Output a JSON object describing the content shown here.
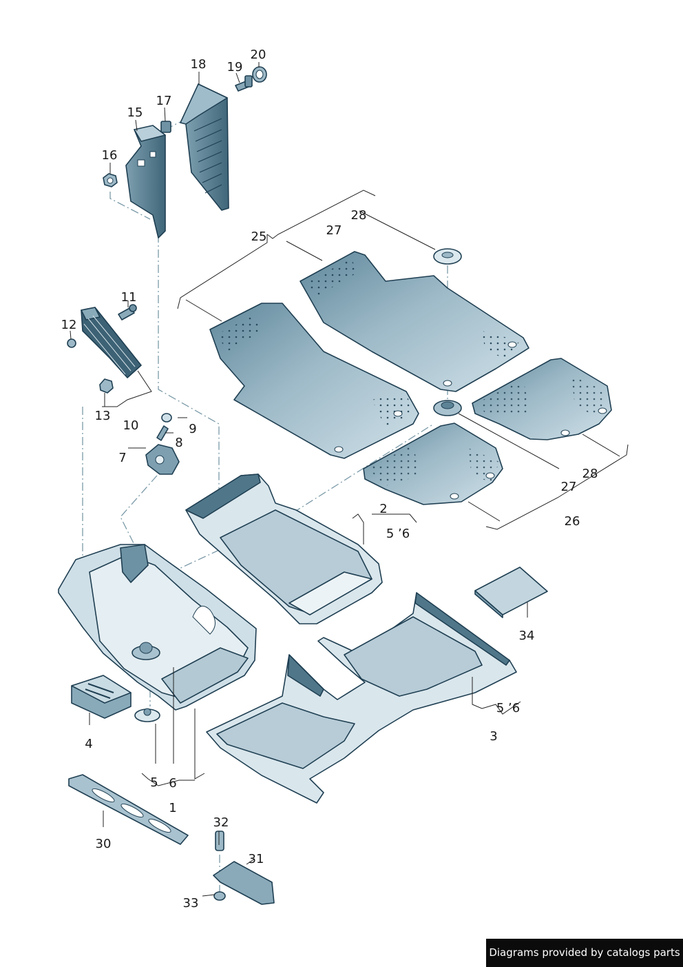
{
  "callouts": [
    {
      "id": "c1",
      "text": "1"
    },
    {
      "id": "c2",
      "text": "2"
    },
    {
      "id": "c3",
      "text": "3"
    },
    {
      "id": "c4",
      "text": "4"
    },
    {
      "id": "c5",
      "text": "5"
    },
    {
      "id": "c6",
      "text": "6"
    },
    {
      "id": "c7",
      "text": "7"
    },
    {
      "id": "c8",
      "text": "8"
    },
    {
      "id": "c9",
      "text": "9"
    },
    {
      "id": "c10",
      "text": "10"
    },
    {
      "id": "c11",
      "text": "11"
    },
    {
      "id": "c12",
      "text": "12"
    },
    {
      "id": "c13",
      "text": "13"
    },
    {
      "id": "c15",
      "text": "15"
    },
    {
      "id": "c16",
      "text": "16"
    },
    {
      "id": "c17",
      "text": "17"
    },
    {
      "id": "c18",
      "text": "18"
    },
    {
      "id": "c19",
      "text": "19"
    },
    {
      "id": "c20",
      "text": "20"
    },
    {
      "id": "c25",
      "text": "25"
    },
    {
      "id": "c26",
      "text": "26"
    },
    {
      "id": "c27a",
      "text": "27"
    },
    {
      "id": "c27b",
      "text": "27"
    },
    {
      "id": "c28a",
      "text": "28"
    },
    {
      "id": "c28b",
      "text": "28"
    },
    {
      "id": "c30",
      "text": "30"
    },
    {
      "id": "c31",
      "text": "31"
    },
    {
      "id": "c32",
      "text": "32"
    },
    {
      "id": "c33",
      "text": "33"
    },
    {
      "id": "c34",
      "text": "34"
    },
    {
      "id": "c56a",
      "text": "5 ʼ6"
    },
    {
      "id": "c56b",
      "text": "5 ʼ6"
    }
  ],
  "footer": {
    "text": "Diagrams provided by catalogs parts"
  },
  "colors": {
    "part_light": "#dbe8ee",
    "part_mid": "#a9c2cf",
    "part_dark": "#5d8396",
    "outline": "#1f3f52",
    "footer_bg": "#0b0b0b"
  }
}
